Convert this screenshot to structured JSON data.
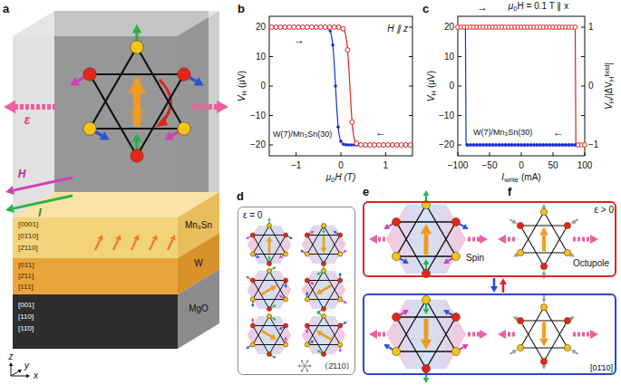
{
  "diagram": {
    "nodes": [
      {
        "text": [
          "d",
          "ε = 0"
        ]
      },
      {
        "text": [
          "e",
          "f",
          "ε > 0",
          "Spin",
          "Octupole"
        ]
      },
      {
        "text": [
          "[01̄10]"
        ]
      }
    ],
    "edges": [
      {
        "from": 1,
        "to": 2,
        "arrow": "to"
      },
      {
        "from": 2,
        "to": 1,
        "arrow": "to"
      }
    ],
    "labels": [
      "a",
      "ε",
      "H",
      "I",
      "Mn₃Sn",
      "W",
      "MgO",
      "[0001]",
      "[01̄10]",
      "[2̄110]",
      "[01̄1]",
      "[2̄11]",
      "[111]",
      "[001]",
      "[110]",
      "[11̄0]",
      "x",
      "y",
      "z",
      "b",
      "V",
      "H",
      "(μV)",
      "20",
      "10",
      "0",
      "−10",
      "−20",
      "μ",
      "0",
      "H (T)",
      "−1",
      "0",
      "1",
      "H ∥ z",
      "→",
      "←",
      "W(7)/Mn₃Sn(30)",
      "c",
      "V",
      "H",
      "(μV)",
      "20",
      "10",
      "0",
      "−10",
      "−20",
      "μ",
      "0",
      "H = 0.1 T ∥ x",
      "→",
      "←",
      "W(7)/Mn₃Sn(30)",
      "I",
      "write",
      "(mA)",
      "−100",
      "−50",
      "0",
      "50",
      "100",
      "V",
      "H",
      "/|ΔV",
      "H",
      "field",
      "|",
      "1",
      "0",
      "−1",
      "⟨2̄110⟩"
    ]
  }
}
